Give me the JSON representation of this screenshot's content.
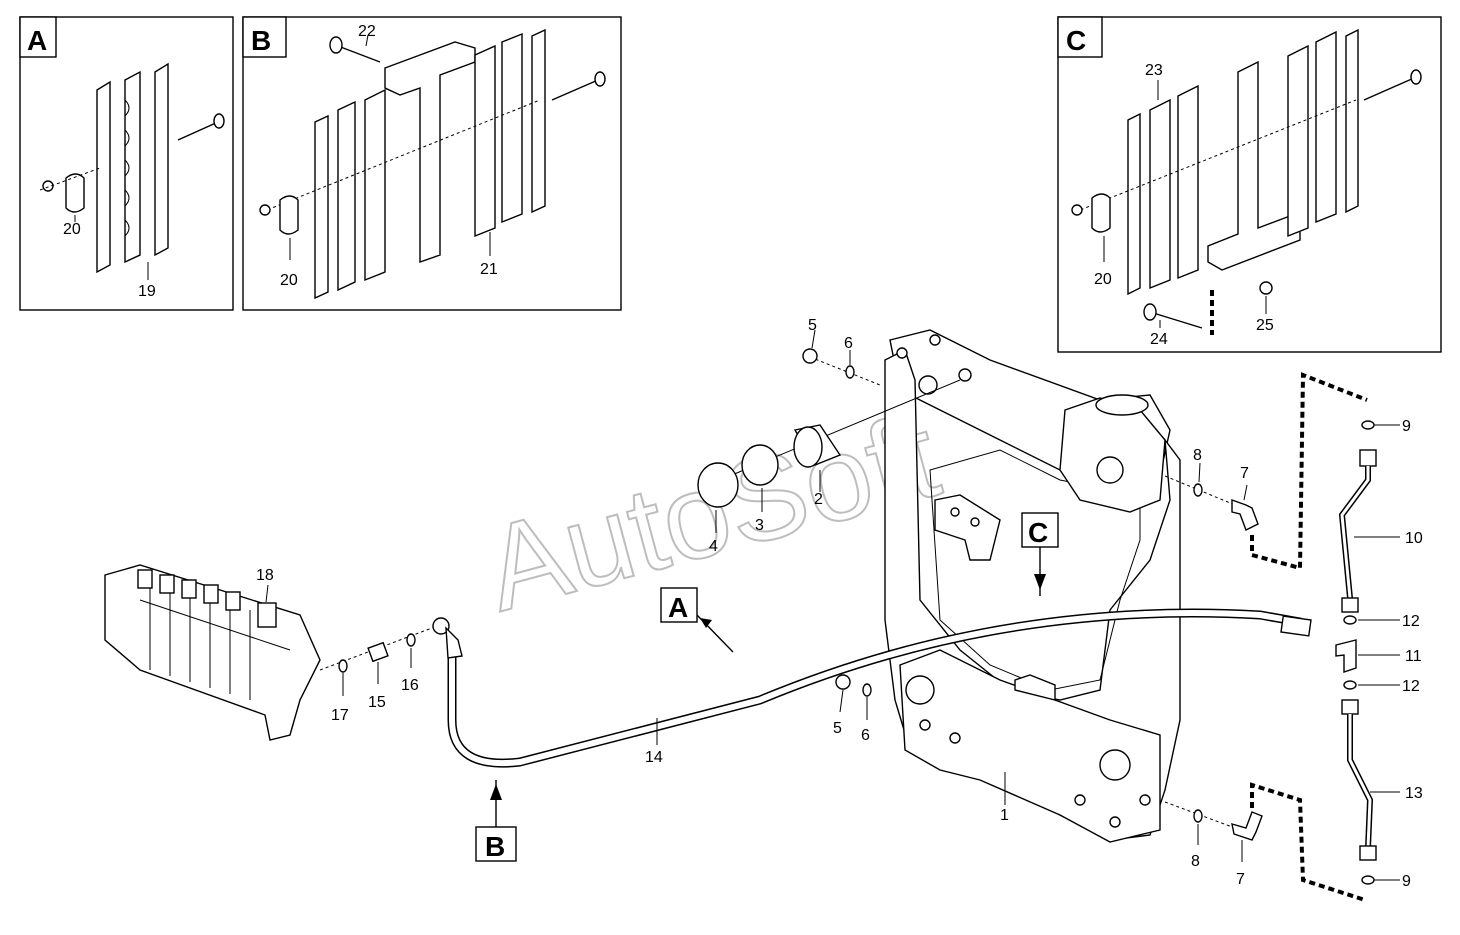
{
  "watermark": "AutoSoft",
  "insets": {
    "A": {
      "letter": "A",
      "labels": [
        "20",
        "19"
      ]
    },
    "B": {
      "letter": "B",
      "labels": [
        "22",
        "20",
        "21"
      ]
    },
    "C": {
      "letter": "C",
      "labels": [
        "23",
        "20",
        "24",
        "25"
      ]
    }
  },
  "callouts": {
    "A": "A",
    "B": "B",
    "C": "C"
  },
  "part_numbers": {
    "p1": "1",
    "p2": "2",
    "p3": "3",
    "p4": "4",
    "p5a": "5",
    "p5b": "5",
    "p6a": "6",
    "p6b": "6",
    "p7a": "7",
    "p7b": "7",
    "p8a": "8",
    "p8b": "8",
    "p9a": "9",
    "p9b": "9",
    "p10": "10",
    "p11": "11",
    "p12a": "12",
    "p12b": "12",
    "p13": "13",
    "p14": "14",
    "p15": "15",
    "p16": "16",
    "p17": "17",
    "p18": "18"
  }
}
